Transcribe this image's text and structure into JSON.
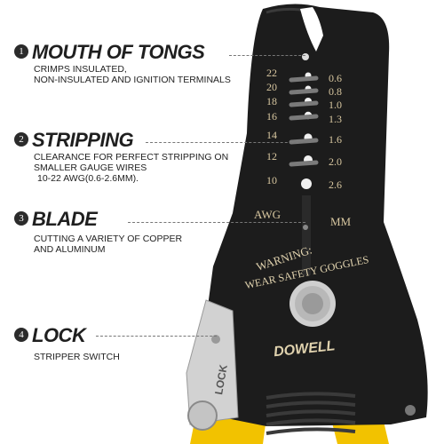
{
  "features": [
    {
      "number": "1",
      "title": "MOUTH OF TONGS",
      "lines": [
        "CRIMPS INSULATED,",
        "NON-INSULATED AND IGNITION TERMINALS"
      ]
    },
    {
      "number": "2",
      "title": "STRIPPING",
      "lines": [
        "CLEARANCE FOR PERFECT STRIPPING ON",
        "SMALLER GAUGE WIRES",
        "10-22 AWG(0.6-2.6MM)."
      ]
    },
    {
      "number": "3",
      "title": "BLADE",
      "lines": [
        "CUTTING A VARIETY OF COPPER",
        "AND ALUMINUM"
      ]
    },
    {
      "number": "4",
      "title": "LOCK",
      "lines": [
        "STRIPPER SWITCH"
      ]
    }
  ],
  "tool": {
    "awg_scale": [
      "22",
      "20",
      "18",
      "16",
      "14",
      "12",
      "10"
    ],
    "mm_scale": [
      "0.6",
      "0.8",
      "1.0",
      "1.3",
      "1.6",
      "2.0",
      "2.6"
    ],
    "awg_label": "AWG",
    "mm_label": "MM",
    "warning_line1": "WARNING:",
    "warning_line2": "WEAR SAFETY GOGGLES",
    "brand": "DOWELL",
    "lock_label": "LOCK"
  },
  "colors": {
    "tool_body": "#1c1c1c",
    "handle": "#f2c200",
    "engraving": "#e0d2ae"
  }
}
